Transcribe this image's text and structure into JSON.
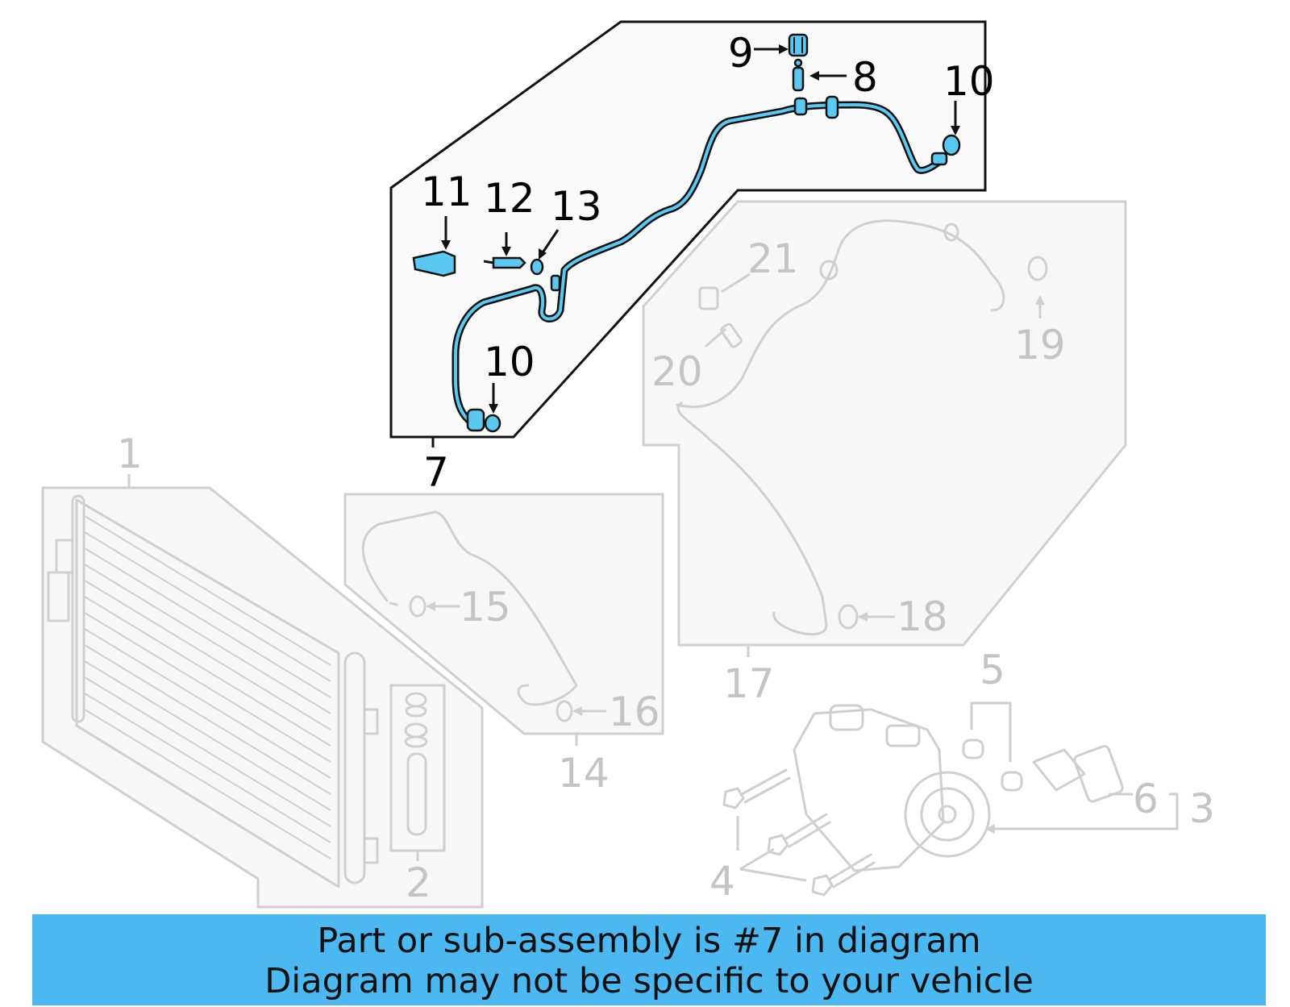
{
  "highlighted_part": "7",
  "callouts": {
    "c1": "1",
    "c2": "2",
    "c3": "3",
    "c4": "4",
    "c5": "5",
    "c6": "6",
    "c7": "7",
    "c8": "8",
    "c9": "9",
    "c10a": "10",
    "c10b": "10",
    "c11": "11",
    "c12": "12",
    "c13": "13",
    "c14": "14",
    "c15": "15",
    "c16": "16",
    "c17": "17",
    "c18": "18",
    "c19": "19",
    "c20": "20",
    "c21": "21"
  },
  "banner": {
    "line1": "Part or sub-assembly is #7 in diagram",
    "line2": "Diagram may not be specific to your vehicle"
  },
  "colors": {
    "highlight": "#5ac8f0",
    "banner": "#4cb8f2",
    "muted": "#c4c4c4"
  }
}
